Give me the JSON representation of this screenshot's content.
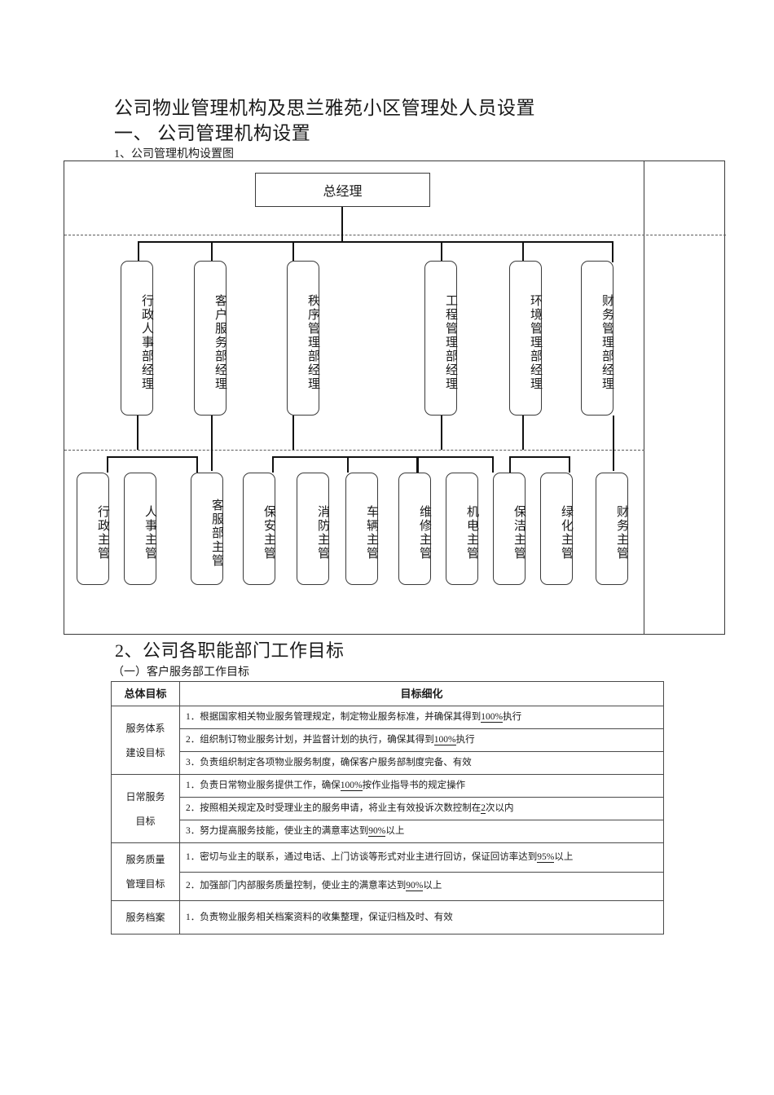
{
  "document": {
    "title": "公司物业管理机构及思兰雅苑小区管理处人员设置",
    "section1": "一、 公司管理机构设置",
    "section1_sub": "1、公司管理机构设置图",
    "section2": "2、公司各职能部门工作目标",
    "section2_sub": "（一）客户服务部工作目标"
  },
  "org_chart": {
    "top": {
      "label": "总经理"
    },
    "departments": [
      {
        "label": "行政人事部经理"
      },
      {
        "label": "客户服务部经理"
      },
      {
        "label": "秩序管理部经理"
      },
      {
        "label": "工程管理部经理"
      },
      {
        "label": "环境管理部经理"
      },
      {
        "label": "财务管理部经理"
      }
    ],
    "supervisors": [
      {
        "label": "行政主管"
      },
      {
        "label": "人事主管"
      },
      {
        "label": "客服部主管"
      },
      {
        "label": "保安主管"
      },
      {
        "label": "消防主管"
      },
      {
        "label": "车辆主管"
      },
      {
        "label": "维修主管"
      },
      {
        "label": "机电主管"
      },
      {
        "label": "保洁主管"
      },
      {
        "label": "绿化主管"
      },
      {
        "label": "财务主管"
      }
    ]
  },
  "table": {
    "headers": [
      "总体目标",
      "目标细化"
    ],
    "groups": [
      {
        "name_line1": "服务体系",
        "name_line2": "建设目标",
        "items": [
          "1．根据国家相关物业服务管理规定，制定物业服务标准，并确保其得到100%执行",
          "2．组织制订物业服务计划，并监督计划的执行，确保其得到100%执行",
          "3．负责组织制定各项物业服务制度，确保客户服务部制度完备、有效"
        ]
      },
      {
        "name_line1": "日常服务",
        "name_line2": "目标",
        "items": [
          "1．负责日常物业服务提供工作，确保100%按作业指导书的规定操作",
          "2．按照相关规定及时受理业主的服务申请，将业主有效投诉次数控制在2次以内",
          "3．努力提高服务技能，使业主的满意率达到90%以上"
        ]
      },
      {
        "name_line1": "服务质量",
        "name_line2": "管理目标",
        "items": [
          "1．密切与业主的联系，通过电话、上门访谈等形式对业主进行回访，保证回访率达到95%以上",
          "2．加强部门内部服务质量控制，使业主的满意率达到90%以上"
        ]
      },
      {
        "name_line1": "服务档案",
        "name_line2": "",
        "items": [
          "1．负责物业服务相关档案资料的收集整理，保证归档及时、有效"
        ]
      }
    ]
  }
}
